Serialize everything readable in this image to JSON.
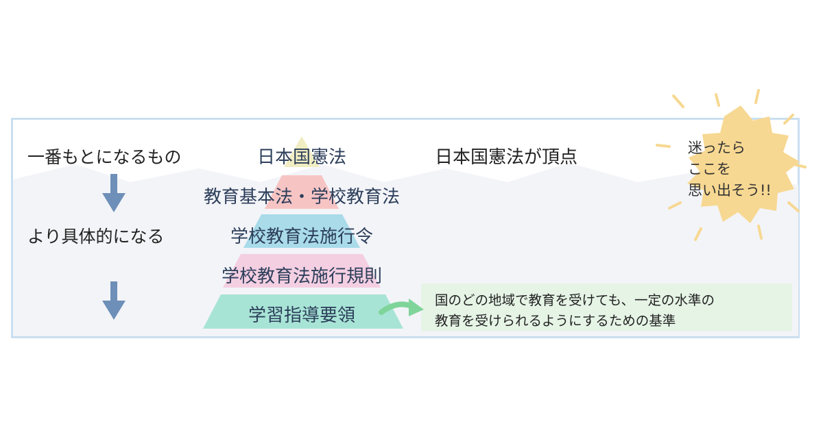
{
  "left_labels": {
    "top": "一番もとになるもの",
    "middle": "より具体的になる"
  },
  "pyramid": {
    "levels": [
      {
        "label": "日本国憲法",
        "color": "#f1edc2"
      },
      {
        "label": "教育基本法・学校教育法",
        "color": "#f7c4c4"
      },
      {
        "label": "学校教育法施行令",
        "color": "#a9dbe9"
      },
      {
        "label": "学校教育法施行規則",
        "color": "#f4cfe2"
      },
      {
        "label": "学習指導要領",
        "color": "#a8e4d6"
      }
    ]
  },
  "apex_note": "日本国憲法が頂点",
  "guideline_note": {
    "line1": "国のどの地域で教育を受けても、一定の水準の",
    "line2": "教育を受けられるようにするための基準"
  },
  "burst": {
    "lines": [
      "迷ったら",
      "ここを",
      "思い出そう!!"
    ],
    "color": "#f7d892"
  },
  "colors": {
    "frame": "#c9dff1",
    "down_arrow": "#6d8fb8",
    "curved_arrow": "#7fd49a",
    "mountains": "#eef0f5",
    "note_bg": "#e6f4e6"
  }
}
